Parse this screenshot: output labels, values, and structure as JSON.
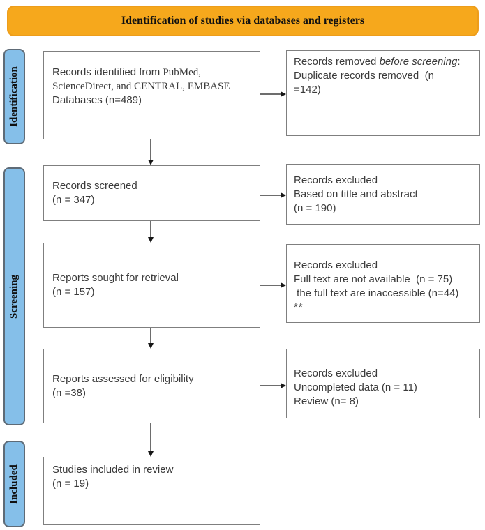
{
  "colors": {
    "header_bg": "#F6A81C",
    "stage_band_bg": "#85BFE9",
    "box_border": "#7F7F7F",
    "arrow": "#161616"
  },
  "header": {
    "title": "Identification of studies via databases and registers"
  },
  "stages": {
    "identification": "Identification",
    "screening": "Screening",
    "included": "Included"
  },
  "flow": {
    "identified": {
      "line1_sans": "Records identified from ",
      "line1_serif": "PubMed,",
      "line2_serif": "ScienceDirect, and CENTRAL, EMBASE",
      "line3_sans": "Databases (n=489)"
    },
    "removed": {
      "line1_pre": "Records removed ",
      "line1_italic": "before screening",
      "line1_post": ":",
      "line2": "Duplicate records removed  (n",
      "line3": "=142)"
    },
    "screened": {
      "line1": "Records screened",
      "line2": "(n = 347)"
    },
    "excluded_title_abstract": {
      "line1": "Records excluded",
      "line2": "Based on title and abstract",
      "line3": "(n = 190)"
    },
    "sought": {
      "line1": "Reports sought for retrieval",
      "line2": "(n = 157)"
    },
    "excluded_fulltext": {
      "line1": "Records excluded",
      "line2": "Full text are not available  (n = 75)",
      "line3": " the full text are inaccessible (n=44)",
      "line4": "**"
    },
    "assessed": {
      "line1": "Reports assessed for eligibility",
      "line2": "(n =38)"
    },
    "excluded_data": {
      "line1": "Records excluded",
      "line2": "Uncompleted data (n = 11)",
      "line3": "Review (n= 8)"
    },
    "included_review": {
      "line1": "Studies included in review",
      "line2": "(n = 19)"
    }
  }
}
